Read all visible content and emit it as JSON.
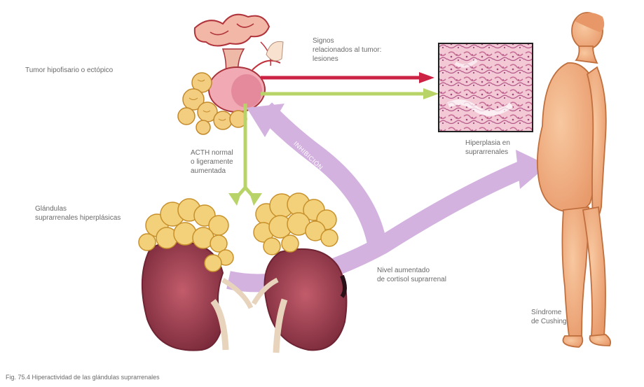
{
  "labels": {
    "tumor": "Tumor hipofisario o ectópico",
    "signals": "Signos\nrelacionados al tumor:\nlesiones",
    "acth": "ACTH normal\no ligeramente\naumentada",
    "adrenal": "Glándulas\nsuprarrenales hiperplásicas",
    "histology": "Hiperplasia en\nsuprarrenales",
    "cortisol": "Nivel aumentado\nde cortisol suprarrenal",
    "syndrome": "Síndrome\nde Cushing",
    "feedback": "INHIBICIÓN"
  },
  "caption": "Fig. 75.4 Hiperactividad de las glándulas suprarrenales",
  "colors": {
    "red_arrow": "#cc2244",
    "green_arrow": "#b8d468",
    "lavender_arrow": "#d4b2e0",
    "tissue_bg": "#f3c9d6",
    "tissue_stain": "#c76f97",
    "kidney": "#8d3a4b",
    "fat": "#f3d07a",
    "skin": "#f4b489"
  },
  "icons": [
    "pituitary-gland",
    "adrenal-gland",
    "kidney",
    "histology-slide",
    "human-figure"
  ]
}
